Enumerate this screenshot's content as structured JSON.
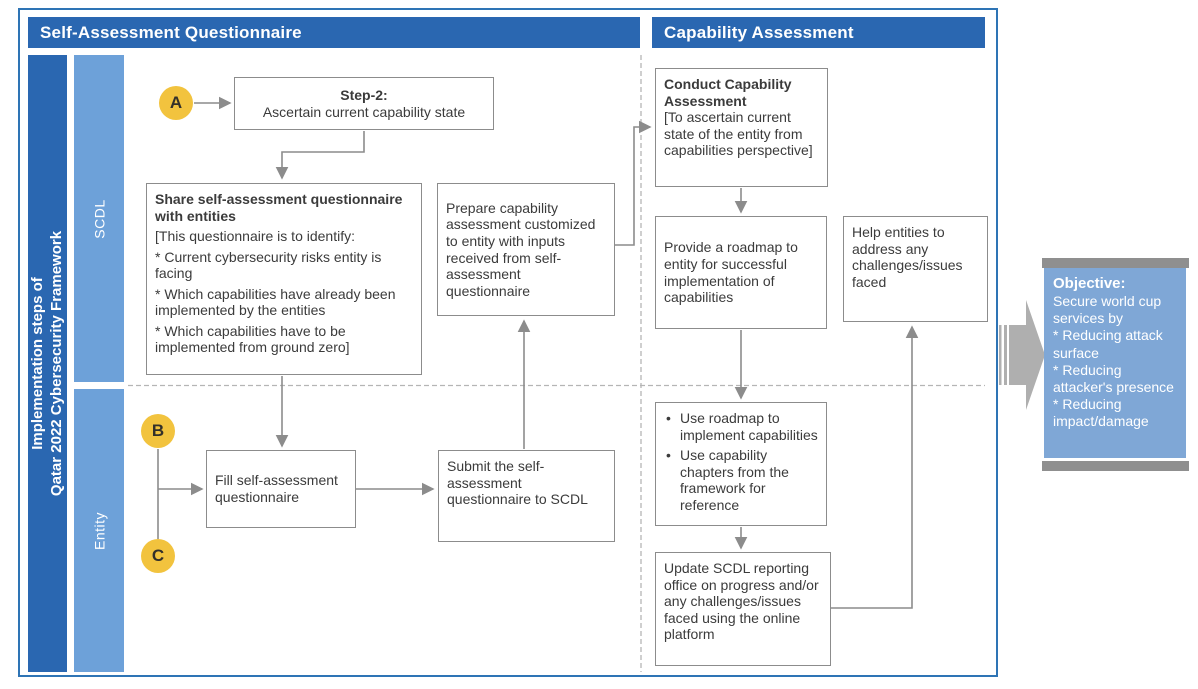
{
  "headers": {
    "left": "Self-Assessment Questionnaire",
    "right": "Capability Assessment"
  },
  "rail": {
    "title": "Implementation steps of\nQatar 2022 Cybersecurity Framework",
    "scdl": "SCDL",
    "entity": "Entity"
  },
  "markers": {
    "a": "A",
    "b": "B",
    "c": "C"
  },
  "boxes": {
    "step2": {
      "title": "Step-2:",
      "body": "Ascertain current capability state"
    },
    "share": {
      "title": "Share self-assessment questionnaire with entities",
      "lines": [
        "[This questionnaire is to identify:",
        "* Current cybersecurity risks entity is facing",
        "* Which capabilities have already been implemented by the entities",
        "* Which capabilities have to be implemented from ground zero]"
      ]
    },
    "prepare": {
      "body": "Prepare capability assessment customized to entity with inputs received from self-assessment questionnaire"
    },
    "conduct": {
      "title": "Conduct Capability Assessment",
      "body": "[To ascertain current state of the entity from capabilities perspective]"
    },
    "provide": {
      "body": "Provide a roadmap to entity for successful implementation of capabilities"
    },
    "help": {
      "body": "Help entities to address any challenges/issues faced"
    },
    "fill": {
      "body": "Fill self-assessment questionnaire"
    },
    "submit": {
      "body": "Submit the self-assessment questionnaire to SCDL"
    },
    "use_roadmap": {
      "bullets": [
        "Use roadmap to implement capabilities",
        "Use capability chapters from the framework for reference"
      ]
    },
    "update": {
      "body": "Update SCDL reporting office on progress and/or any challenges/issues faced using the online platform"
    }
  },
  "objective": {
    "title": "Objective:",
    "body": "Secure world cup services by\n* Reducing attack surface\n* Reducing attacker's presence\n* Reducing impact/damage"
  },
  "colors": {
    "header_blue": "#2A67B1",
    "light_blue": "#6DA1D9",
    "objective_blue": "#7FA7D6",
    "marker_yellow": "#F2C33E",
    "outer_border": "#2E74B5",
    "box_border": "#8C8C8C",
    "connector_gray": "#8C8C8C",
    "dashed_gray": "#B5B5B5",
    "arrow_gray": "#AFAFAF",
    "bar_gray": "#8F8F8F",
    "text_dark": "#3B3B3B"
  }
}
